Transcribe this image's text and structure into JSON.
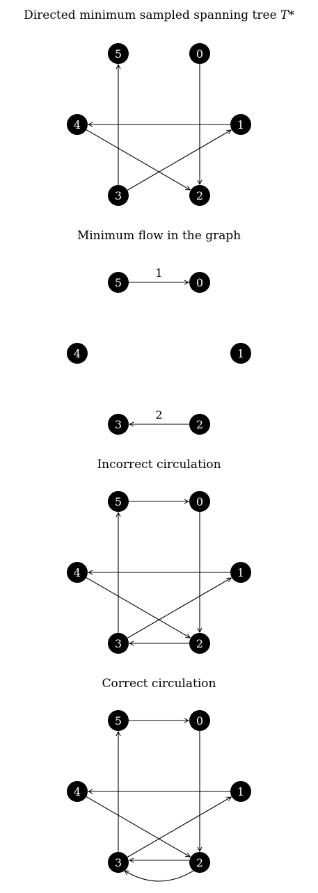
{
  "node_positions_note": "",
  "panels": [
    {
      "title": "Directed minimum sampled spanning tree",
      "title_math": "T*",
      "edges": [
        {
          "from": "3",
          "to": "5",
          "label": ""
        },
        {
          "from": "0",
          "to": "2",
          "label": ""
        },
        {
          "from": "1",
          "to": "4",
          "label": ""
        },
        {
          "from": "4",
          "to": "2",
          "label": ""
        },
        {
          "from": "3",
          "to": "1",
          "label": ""
        }
      ]
    },
    {
      "title": "Minimum flow in the graph",
      "title_math": "",
      "edges": [
        {
          "from": "5",
          "to": "0",
          "label": "1"
        },
        {
          "from": "2",
          "to": "3",
          "label": "2"
        }
      ]
    },
    {
      "title": "Incorrect circulation",
      "title_math": "",
      "edges": [
        {
          "from": "5",
          "to": "0",
          "label": ""
        },
        {
          "from": "3",
          "to": "5",
          "label": ""
        },
        {
          "from": "0",
          "to": "2",
          "label": ""
        },
        {
          "from": "1",
          "to": "4",
          "label": ""
        },
        {
          "from": "4",
          "to": "2",
          "label": ""
        },
        {
          "from": "3",
          "to": "1",
          "label": ""
        },
        {
          "from": "2",
          "to": "3",
          "label": ""
        }
      ]
    },
    {
      "title": "Correct circulation",
      "title_math": "",
      "edges": [
        {
          "from": "5",
          "to": "0",
          "label": ""
        },
        {
          "from": "3",
          "to": "5",
          "label": ""
        },
        {
          "from": "0",
          "to": "2",
          "label": ""
        },
        {
          "from": "1",
          "to": "4",
          "label": ""
        },
        {
          "from": "4",
          "to": "2",
          "label": ""
        },
        {
          "from": "3",
          "to": "1",
          "label": ""
        },
        {
          "from": "2",
          "to": "3",
          "label": ""
        },
        {
          "from": "2",
          "to": "3",
          "label": "",
          "curved": true
        }
      ]
    }
  ],
  "nodes": [
    "0",
    "1",
    "2",
    "3",
    "4",
    "5"
  ],
  "colors": {
    "node_fill": "#000000",
    "node_text": "#ffffff",
    "edge": "#000000"
  }
}
